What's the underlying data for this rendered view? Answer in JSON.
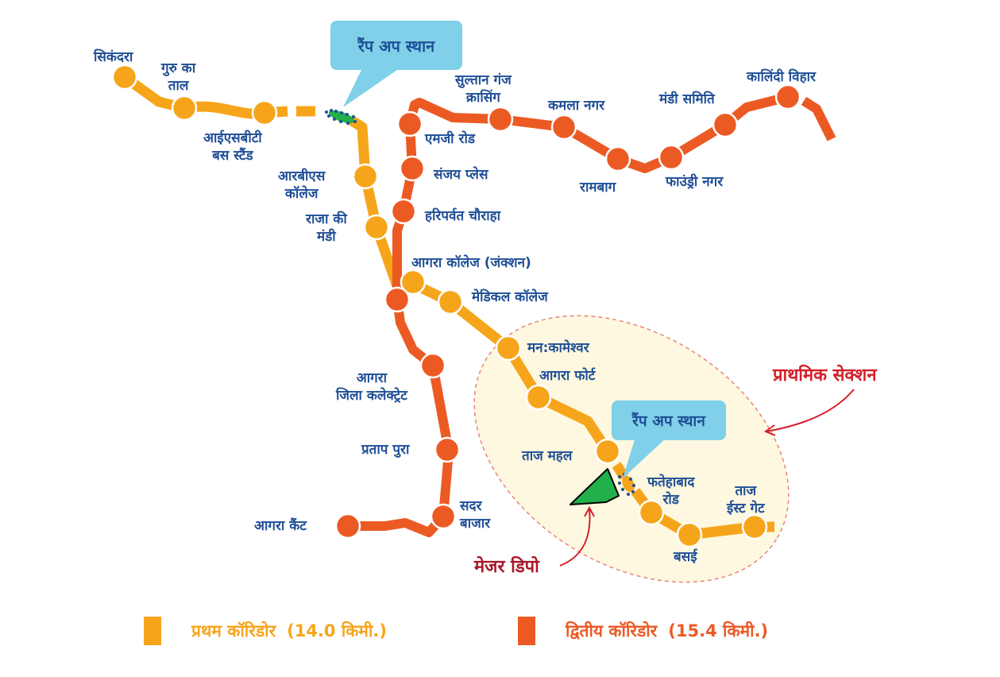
{
  "colors": {
    "first_corridor": "#f6a51b",
    "second_corridor": "#ec5a24",
    "label_text": "#1f4e96",
    "callout_bg": "#7fd0e8",
    "annotation_red": "#d4202a",
    "priority_area_fill": "#fdf8df",
    "depot_green": "#22b04b"
  },
  "callouts": [
    {
      "id": "ramp-up-1",
      "label": "रैंप अप स्थान"
    },
    {
      "id": "ramp-up-2",
      "label": "रैंप अप स्थान"
    }
  ],
  "annotations": {
    "priority_section": "प्राथमिक सेक्शन",
    "major_depot": "मेजर डिपो"
  },
  "corridors": {
    "first": {
      "label": "प्रथम कॉरिडोर",
      "length": "(14.0 किमी.)",
      "stations": [
        "सिकंदरा",
        "गुरु का ताल",
        "आईएसबीटी बस स्टैंड",
        "आरबीएस कॉलेज",
        "राजा की मंडी",
        "आगरा कॉलेज (जंक्शन)",
        "मेडिकल कॉलेज",
        "मन:कामेश्वर",
        "आगरा फोर्ट",
        "ताज महल",
        "फतेहाबाद रोड",
        "बसई",
        "ताज ईस्ट गेट"
      ]
    },
    "second": {
      "label": "द्वितीय कॉरिडोर",
      "length": "(15.4 किमी.)",
      "stations": [
        "आगरा कैंट",
        "सदर बाजार",
        "प्रताप पुरा",
        "आगरा जिला कलेक्ट्रेट",
        "हरिपर्वत चौराहा",
        "संजय प्लेस",
        "एमजी रोड",
        "सुल्तान गंज क्रासिंग",
        "कमला नगर",
        "रामबाग",
        "फाउंड्री नगर",
        "मंडी समिति",
        "कालिंदी विहार"
      ]
    }
  },
  "labels": {
    "sikandra": "सिकंदरा",
    "guru_ka_taal_1": "गुरु का",
    "guru_ka_taal_2": "ताल",
    "isbt_1": "आईएसबीटी",
    "isbt_2": "बस स्टैंड",
    "rbs_1": "आरबीएस",
    "rbs_2": "कॉलेज",
    "raja_1": "राजा की",
    "raja_2": "मंडी",
    "agra_college": "आगरा कॉलेज (जंक्शन)",
    "medical_college": "मेडिकल कॉलेज",
    "mankameshwar": "मन:कामेश्वर",
    "agra_fort": "आगरा फोर्ट",
    "taj_mahal": "ताज महल",
    "fatehabad_1": "फतेहाबाद",
    "fatehabad_2": "रोड",
    "basai": "बसई",
    "taj_east_1": "ताज",
    "taj_east_2": "ईस्ट गेट",
    "agra_cantt": "आगरा कैंट",
    "sadar_1": "सदर",
    "sadar_2": "बाजार",
    "pratap_pura": "प्रताप पुरा",
    "collectorate_1": "आगरा",
    "collectorate_2": "जिला कलेक्ट्रेट",
    "haripravat": "हरिपर्वत चौराहा",
    "sanjay_place": "संजय प्लेस",
    "mg_road": "एमजी रोड",
    "sultanganj_1": "सुल्तान गंज",
    "sultanganj_2": "क्रासिंग",
    "kamla_nagar": "कमला नगर",
    "rambagh": "रामबाग",
    "foundry_nagar": "फाउंड्री नगर",
    "mandi_samiti": "मंडी समिति",
    "kalindi_vihar": "कालिंदी विहार"
  }
}
